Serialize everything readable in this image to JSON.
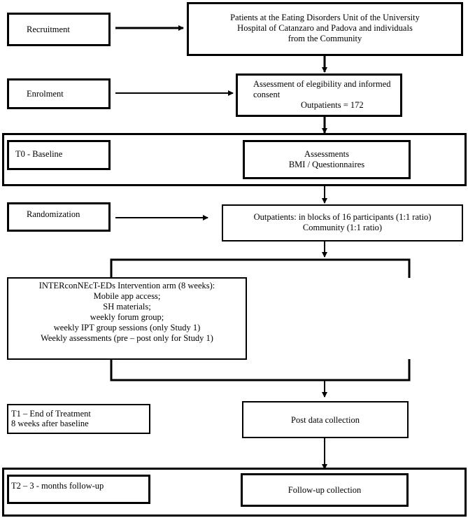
{
  "stages": {
    "recruitment": "Recruitment",
    "enrolment": "Enrolment",
    "baseline": "T0 - Baseline",
    "randomization": "Randomization",
    "t1": [
      "T1 – End of Treatment",
      "8 weeks after baseline"
    ],
    "t2": "T2 – 3 - months follow-up"
  },
  "steps": {
    "patients": [
      "Patients at the Eating Disorders Unit of the University",
      "Hospital of Catanzaro and Padova and individuals",
      "from the Community"
    ],
    "assessment_elig": [
      "Assessment of elegibility and informed",
      "consent"
    ],
    "outpatients_count": "Outpatients = 172",
    "assessments": [
      "Assessments",
      "BMI / Questionnaires"
    ],
    "randomization_detail": [
      "Outpatients: in blocks of 16 participants (1:1 ratio)",
      "Community (1:1 ratio)"
    ],
    "intervention": [
      "INTERconNEcT-EDs Intervention arm (8 weeks):",
      "Mobile app access;",
      "SH materials;",
      "weekly forum group;",
      "weekly IPT group sessions (only Study 1)",
      "Weekly assessments (pre – post only for Study 1)"
    ],
    "post": "Post data collection",
    "followup": "Follow-up collection"
  }
}
